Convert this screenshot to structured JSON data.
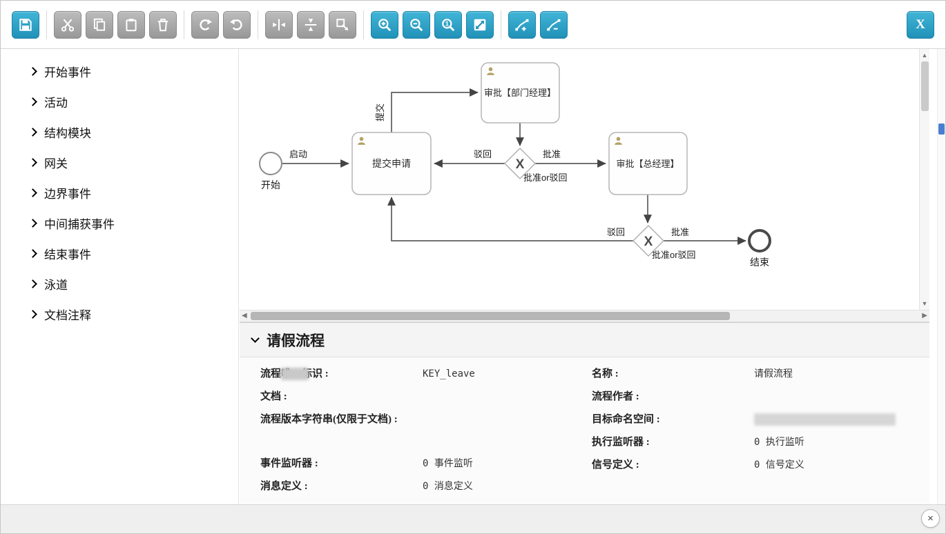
{
  "toolbar": {
    "close_label": "X",
    "buttons": [
      {
        "id": "save",
        "enabled": true
      },
      {
        "id": "cut",
        "enabled": false
      },
      {
        "id": "copy",
        "enabled": false
      },
      {
        "id": "paste",
        "enabled": false
      },
      {
        "id": "delete",
        "enabled": false
      },
      {
        "id": "redo",
        "enabled": false
      },
      {
        "id": "undo",
        "enabled": false
      },
      {
        "id": "align-vertical",
        "enabled": false
      },
      {
        "id": "align-horizontal",
        "enabled": false
      },
      {
        "id": "same-size",
        "enabled": false
      },
      {
        "id": "zoom-in",
        "enabled": true
      },
      {
        "id": "zoom-out",
        "enabled": true
      },
      {
        "id": "zoom-actual",
        "enabled": true
      },
      {
        "id": "zoom-fit",
        "enabled": true
      },
      {
        "id": "bendpoint-add",
        "enabled": true
      },
      {
        "id": "bendpoint-remove",
        "enabled": true
      }
    ]
  },
  "palette": {
    "items": [
      "开始事件",
      "活动",
      "结构模块",
      "网关",
      "边界事件",
      "中间捕获事件",
      "结束事件",
      "泳道",
      "文档注释"
    ]
  },
  "diagram": {
    "start_label": "开始",
    "end_label": "结束",
    "task_submit": "提交申请",
    "task_dept_manager": "审批【部门经理】",
    "task_general_manager": "审批【总经理】",
    "gateway_symbol": "X",
    "flow_launch": "启动",
    "flow_submit_vertical": "提交",
    "flow_reject_1": "驳回",
    "flow_approve_1": "批准",
    "gateway1_label": "批准or驳回",
    "flow_reject_2": "驳回",
    "flow_approve_2": "批准",
    "gateway2_label": "批准or驳回"
  },
  "properties": {
    "title": "请假流程",
    "left_fields": [
      {
        "label": "流程唯一标识 :",
        "value": "KEY_leave"
      },
      {
        "label": "文档 :",
        "value": ""
      },
      {
        "label": "流程版本字符串(仅限于文档) :",
        "value": ""
      },
      {
        "label": "事件监听器 :",
        "value": "0 事件监听"
      },
      {
        "label": "消息定义 :",
        "value": "0 消息定义"
      }
    ],
    "right_fields": [
      {
        "label": "名称 :",
        "value": "请假流程"
      },
      {
        "label": "流程作者 :",
        "value": ""
      },
      {
        "label": "目标命名空间 :",
        "value": ""
      },
      {
        "label": "执行监听器 :",
        "value": "0 执行监听"
      },
      {
        "label": "信号定义 :",
        "value": "0 信号定义"
      }
    ]
  },
  "misc": {
    "close_symbol": "×"
  }
}
